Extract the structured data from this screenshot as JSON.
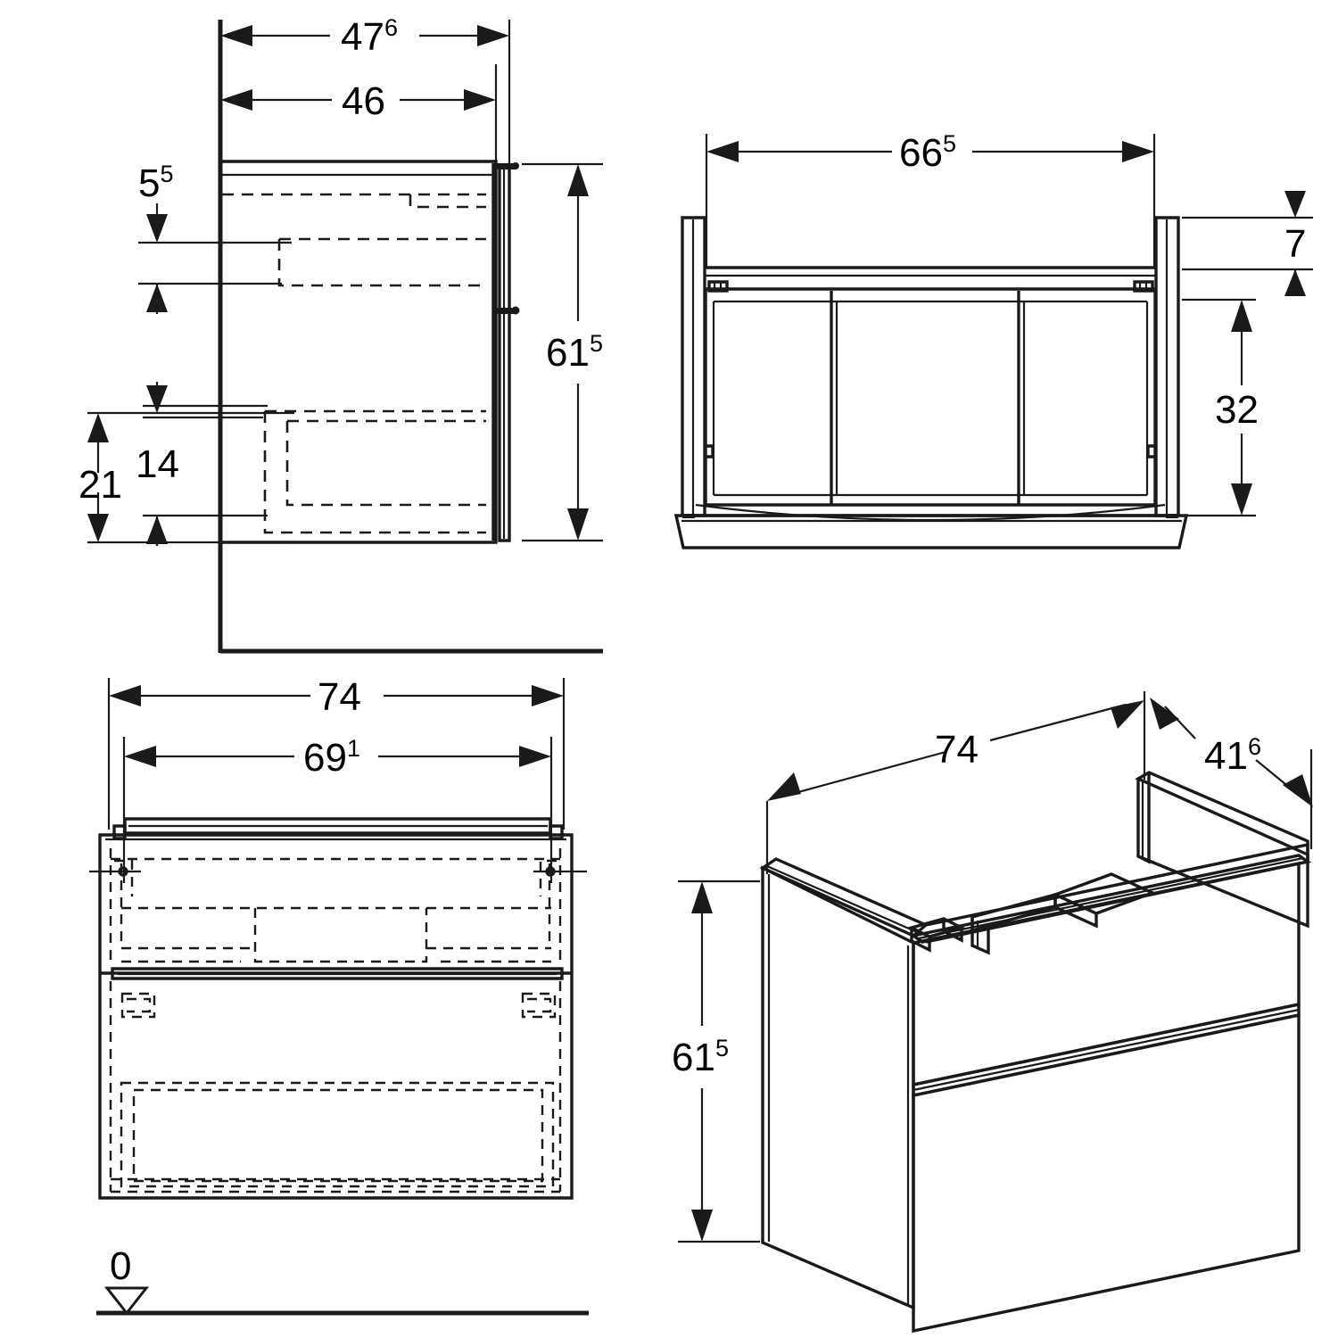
{
  "drawing": {
    "title": "Bathroom vanity cabinet technical drawing",
    "units": "cm",
    "line_color": "#1a1a1a",
    "background": "#ffffff",
    "datum_label": "0"
  },
  "views": {
    "side_section": {
      "name": "side-section-view",
      "dimensions": {
        "overall_depth": {
          "value": "47",
          "sup": "6"
        },
        "body_depth": {
          "value": "46",
          "sup": ""
        },
        "top_drawer_offset": {
          "value": "5",
          "sup": "5"
        },
        "overall_height": {
          "value": "61",
          "sup": "5"
        },
        "lower_left": {
          "value": "21",
          "sup": ""
        },
        "lower_inner": {
          "value": "14",
          "sup": ""
        }
      }
    },
    "front_section": {
      "name": "front-section-view",
      "dimensions": {
        "inner_width": {
          "value": "66",
          "sup": "5"
        },
        "top_rail_height": {
          "value": "7",
          "sup": ""
        },
        "drawer_box_height": {
          "value": "32",
          "sup": ""
        }
      }
    },
    "front_elevation": {
      "name": "front-elevation-view",
      "dimensions": {
        "overall_width": {
          "value": "74",
          "sup": ""
        },
        "handle_width": {
          "value": "69",
          "sup": "1"
        }
      }
    },
    "isometric": {
      "name": "isometric-view",
      "dimensions": {
        "width": {
          "value": "74",
          "sup": ""
        },
        "depth": {
          "value": "41",
          "sup": "6"
        },
        "height": {
          "value": "61",
          "sup": "5"
        }
      }
    }
  }
}
